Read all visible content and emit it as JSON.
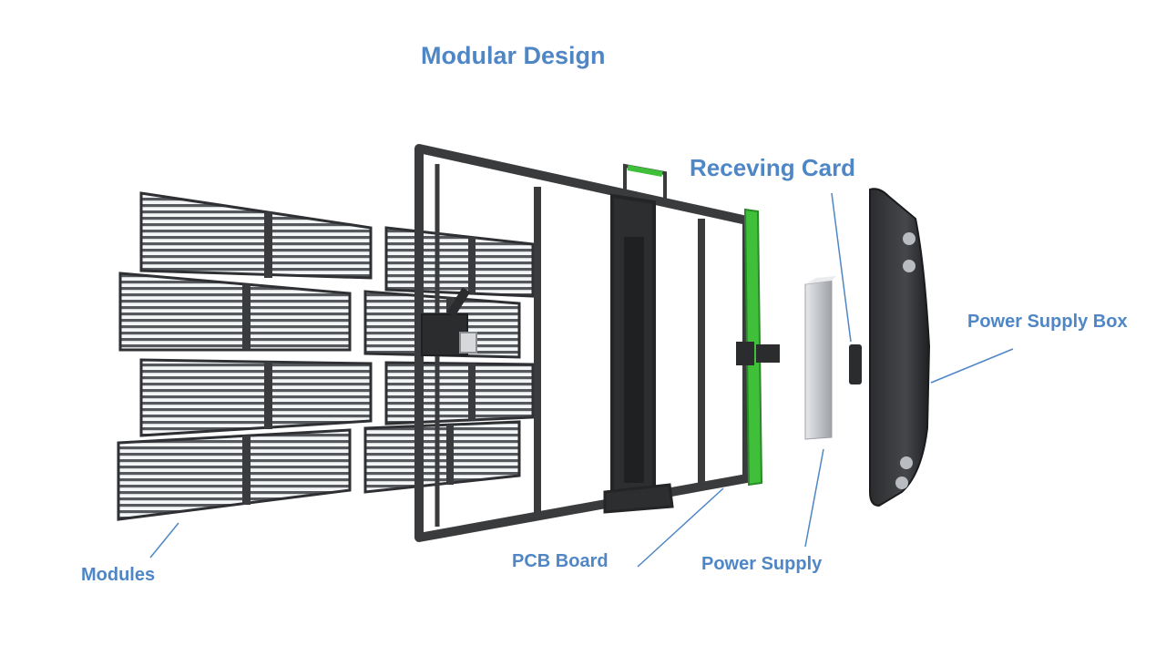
{
  "title": "Modular Design",
  "labels": {
    "receiving_card": "Receving Card",
    "power_supply_box": "Power Supply Box",
    "modules": "Modules",
    "pcb_board": "PCB Board",
    "power_supply": "Power Supply"
  },
  "colors": {
    "label": "#4f86c6",
    "frame": "#3a3b3d",
    "module": "#4a4c50",
    "pcb": "#3fbf3a",
    "power_supply": "#c9ccd0",
    "leader_line": "#4f86c6"
  }
}
